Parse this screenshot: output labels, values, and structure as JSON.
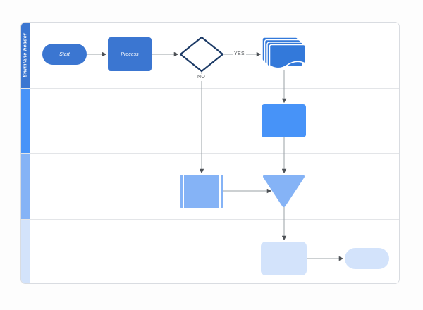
{
  "swimlane": {
    "header_label": "Swimlane header",
    "border_color": "#d9dce1",
    "lane_background": "#ffffff",
    "lanes": [
      {
        "id": "lane-1",
        "color": "#3b76d1"
      },
      {
        "id": "lane-2",
        "color": "#4793f8"
      },
      {
        "id": "lane-3",
        "color": "#85b3f6"
      },
      {
        "id": "lane-4",
        "color": "#d3e3fb"
      }
    ]
  },
  "nodes": {
    "start": {
      "label": "Start",
      "fill": "#3b76d1",
      "text_color": "#ffffff"
    },
    "process": {
      "label": "Process",
      "fill": "#3b76d1",
      "text_color": "#ffffff"
    },
    "decision": {
      "fill": "#ffffff",
      "border_color": "#1c3a66"
    },
    "documents": {
      "fill": "#3379da",
      "separator_color": "#ffffff"
    },
    "task": {
      "fill": "#4793f8"
    },
    "predefined": {
      "fill": "#85b3f6",
      "bar_color": "#ffffff"
    },
    "merge": {
      "fill": "#85b3f6"
    },
    "final_task": {
      "fill": "#d3e3fb"
    },
    "end": {
      "fill": "#d3e3fb"
    }
  },
  "connectors": {
    "line_color": "#9aa0a6",
    "arrow_color": "#4d5156",
    "label_color": "#55585c",
    "labels": {
      "yes": "YES",
      "no": "NO"
    }
  }
}
